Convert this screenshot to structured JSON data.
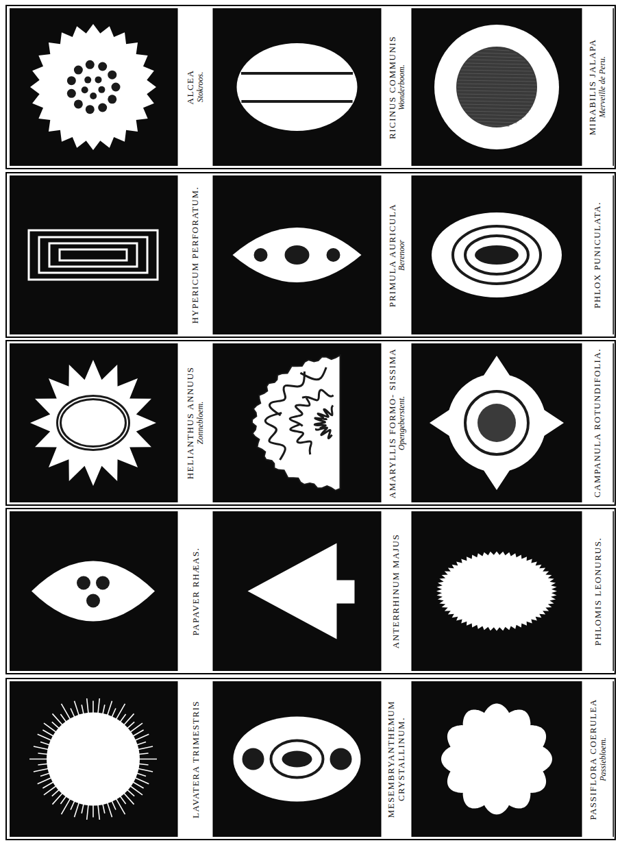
{
  "diagram": {
    "nodes": [
      {
        "text": [
          "ALCEA",
          "Stokroos."
        ]
      },
      {
        "text": [
          "RICINUS COMMUNIS",
          "Wonderboom."
        ]
      },
      {
        "text": [
          "MIRABILIS JALAPA",
          "Merveille de Peru."
        ]
      },
      {
        "text": [
          "HYPERICUM PERFORATUM."
        ]
      },
      {
        "text": [
          "PRIMULA AURICULA",
          "Berenoor"
        ]
      },
      {
        "text": [
          "PHLOX PUNICULATA."
        ]
      },
      {
        "text": [
          "HELIANTHUS ANNUUS",
          "Zonnebloem."
        ]
      },
      {
        "text": [
          "AMARYLLIS FORMO- SISSIMA",
          "Opengeberstent."
        ]
      },
      {
        "text": [
          "CAMPANULA ROTUNDIFOLIA."
        ]
      },
      {
        "text": [
          "PAPAVER RHÆAS."
        ]
      },
      {
        "text": [
          "ANTERRHINUM MAJUS"
        ]
      },
      {
        "text": [
          "PHLOMIS LEONURUS."
        ]
      },
      {
        "text": [
          "LAVATERA TRIMESTRIS"
        ]
      },
      {
        "text": [
          "MESEMBRYANTHEMUM CRYSTALLINUM."
        ]
      },
      {
        "text": [
          "PASSIFLORA COERULEA",
          "Passiebloem."
        ]
      }
    ]
  }
}
